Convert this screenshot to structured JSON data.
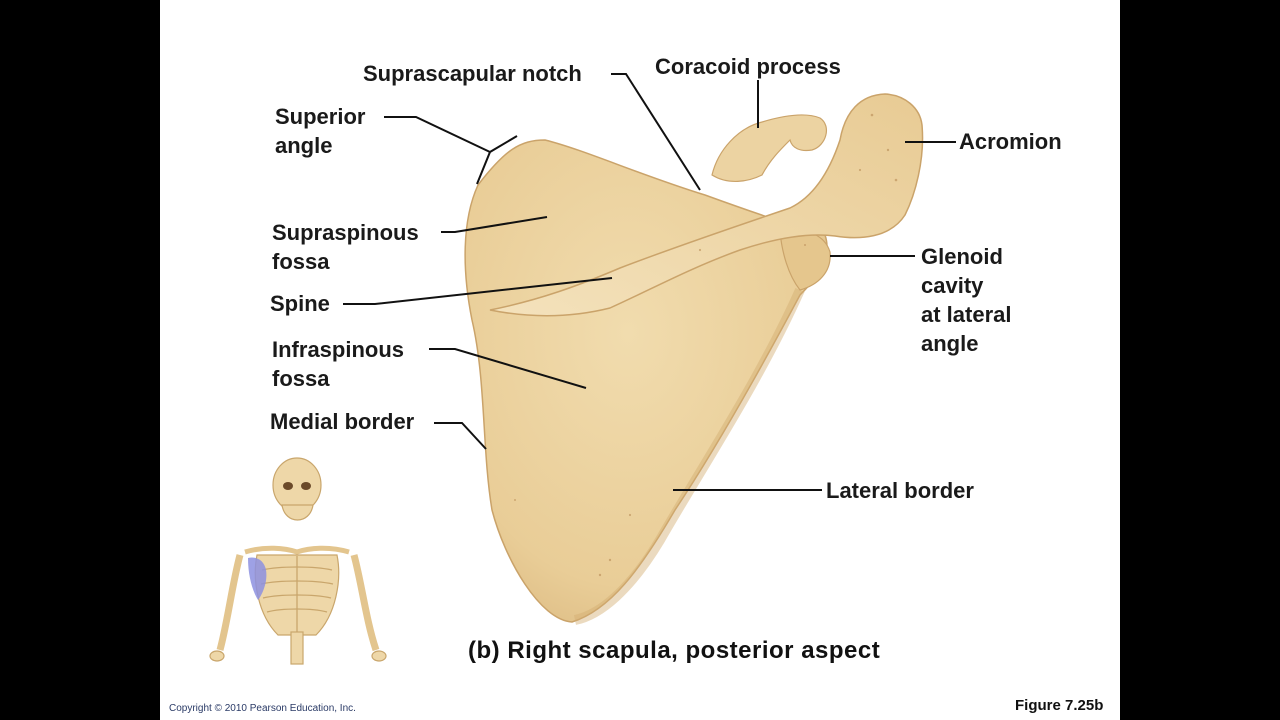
{
  "labels": {
    "suprascapular_notch": "Suprascapular notch",
    "coracoid_process": "Coracoid process",
    "superior_angle": "Superior\nangle",
    "acromion": "Acromion",
    "supraspinous_fossa": "Supraspinous\nfossa",
    "glenoid_cavity": "Glenoid\ncavity\nat lateral\nangle",
    "spine": "Spine",
    "infraspinous_fossa": "Infraspinous\nfossa",
    "medial_border": "Medial border",
    "lateral_border": "Lateral border"
  },
  "caption": "(b) Right scapula, posterior aspect",
  "copyright": "Copyright © 2010 Pearson Education, Inc.",
  "figure_ref": "Figure 7.25b",
  "colors": {
    "bone": "#ecd2a0",
    "bone_shadow": "#d9b57c",
    "bone_highlight": "#f6e6c4",
    "leader": "#111111",
    "highlight_scapula": "#7b7fd6"
  }
}
